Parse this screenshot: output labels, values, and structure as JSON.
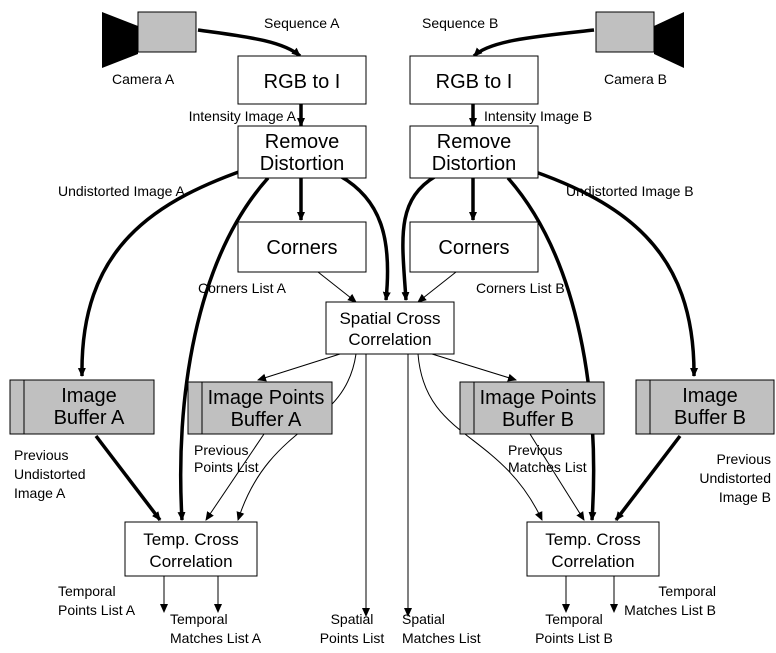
{
  "cameras": {
    "a": {
      "label": "Camera A",
      "icon": "video-camera-icon",
      "color": "#c0c0c0"
    },
    "b": {
      "label": "Camera B",
      "icon": "video-camera-icon",
      "color": "#c0c0c0"
    }
  },
  "nodes": {
    "rgb_a": [
      "RGB to I"
    ],
    "rgb_b": [
      "RGB to I"
    ],
    "remove_a": [
      "Remove",
      "Distortion"
    ],
    "remove_b": [
      "Remove",
      "Distortion"
    ],
    "corners_a": [
      "Corners"
    ],
    "corners_b": [
      "Corners"
    ],
    "spatial": [
      "Spatial Cross",
      "Correlation"
    ],
    "imgbuf_a": [
      "Image",
      "Buffer A"
    ],
    "imgbuf_b": [
      "Image",
      "Buffer B"
    ],
    "ptsbuf_a": [
      "Image Points",
      "Buffer A"
    ],
    "ptsbuf_b": [
      "Image Points",
      "Buffer B"
    ],
    "temporal_a": [
      "Temp. Cross",
      "Correlation"
    ],
    "temporal_b": [
      "Temp. Cross",
      "Correlation"
    ]
  },
  "edge_labels": {
    "seq_a": [
      "Sequence A"
    ],
    "seq_b": [
      "Sequence B"
    ],
    "int_a": [
      "Intensity Image A"
    ],
    "int_b": [
      "Intensity Image B"
    ],
    "und_a": [
      "Undistorted Image A"
    ],
    "und_b": [
      "Undistorted Image B"
    ],
    "cl_a": [
      "Corners List A"
    ],
    "cl_b": [
      "Corners List B"
    ],
    "prev_pts": [
      "Previous",
      "Points List"
    ],
    "prev_match": [
      "Previous",
      "Matches List"
    ],
    "prev_und_a": [
      "Previous",
      "Undistorted",
      "Image A"
    ],
    "prev_und_b": [
      "Previous",
      "Undistorted",
      "Image B"
    ],
    "tpl_a": [
      "Temporal",
      "Points List A"
    ],
    "tml_a": [
      "Temporal",
      "Matches List A"
    ],
    "spl": [
      "Spatial",
      "Points List"
    ],
    "sml": [
      "Spatial",
      "Matches List"
    ],
    "tpl_b": [
      "Temporal",
      "Points List B"
    ],
    "tml_b": [
      "Temporal",
      "Matches List B"
    ]
  },
  "colors": {
    "buffer_fill": "#c0c0c0",
    "box_fill": "#ffffff",
    "line": "#000000"
  }
}
